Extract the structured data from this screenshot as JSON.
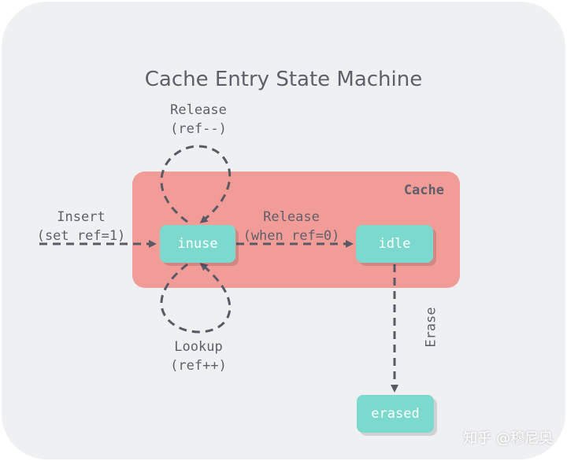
{
  "diagram": {
    "title": "Cache Entry State Machine",
    "container_label": "Cache",
    "nodes": {
      "inuse": "inuse",
      "idle": "idle",
      "erased": "erased"
    },
    "edges": {
      "insert": {
        "line1": "Insert",
        "line2": "(set ref=1)"
      },
      "release_self": {
        "line1": "Release",
        "line2": "(ref--)"
      },
      "release_to_idle": {
        "line1": "Release",
        "line2": "(when ref=0)"
      },
      "lookup_self": {
        "line1": "Lookup",
        "line2": "(ref++)"
      },
      "erase": "Erase"
    },
    "colors": {
      "background": "#eff0f2",
      "container": "#f29c98",
      "node": "#7cd9ce",
      "text": "#5f5f6b",
      "edge": "#5a5a66"
    }
  },
  "watermark": "知乎 @穆尼奥"
}
